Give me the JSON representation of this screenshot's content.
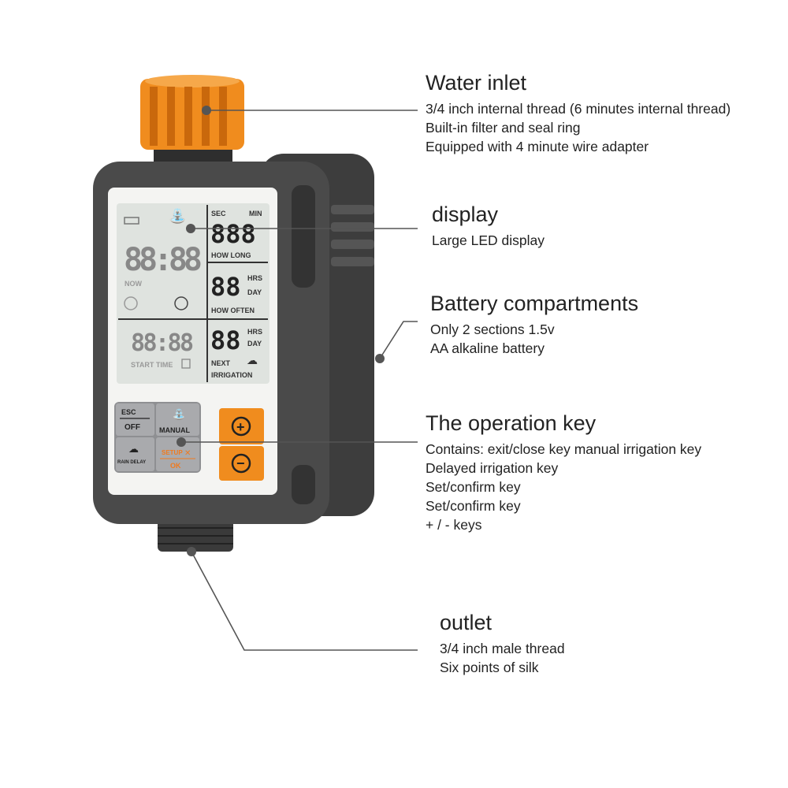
{
  "callouts": {
    "water_inlet": {
      "title": "Water inlet",
      "lines": [
        "3/4 inch internal thread (6 minutes internal thread)",
        "Built-in filter and seal ring",
        "Equipped with 4 minute wire adapter"
      ]
    },
    "display": {
      "title": "display",
      "lines": [
        "Large LED display"
      ]
    },
    "battery": {
      "title": "Battery compartments",
      "lines": [
        "Only 2 sections 1.5v",
        "AA alkaline battery"
      ]
    },
    "operation_key": {
      "title": "The operation key",
      "lines": [
        "Contains: exit/close key manual irrigation key",
        "Delayed irrigation key",
        "Set/confirm key",
        "Set/confirm key",
        "+ / - keys"
      ]
    },
    "outlet": {
      "title": "outlet",
      "lines": [
        "3/4 inch male thread",
        "Six points of silk"
      ]
    }
  },
  "lcd": {
    "sec": "SEC",
    "min": "MIN",
    "how_long_digits": "888",
    "how_long": "HOW LONG",
    "now_digits": "88:88",
    "now": "NOW",
    "how_often_digits": "88",
    "hrs": "HRS",
    "day": "DAY",
    "how_often": "HOW OFTEN",
    "start_digits": "88:88",
    "start_time": "START TIME",
    "next_digits": "88",
    "next": "NEXT",
    "irrigation": "IRRIGATION"
  },
  "keys": {
    "esc": "ESC",
    "off": "OFF",
    "manual": "MANUAL",
    "rain_delay": "RAIN DELAY",
    "setup": "SETUP",
    "ok": "OK",
    "plus": "+",
    "minus": "−"
  },
  "colors": {
    "orange": "#f08c1e",
    "body": "#4a4a4a",
    "lcd": "#dfe3df",
    "keys_grey": "#a9aaad"
  },
  "icons": [
    "battery-level-icon",
    "faucet-icon",
    "clock-icon",
    "cycle-clock-icon",
    "alarm-icon",
    "rain-cloud-icon",
    "wrench-icon"
  ]
}
